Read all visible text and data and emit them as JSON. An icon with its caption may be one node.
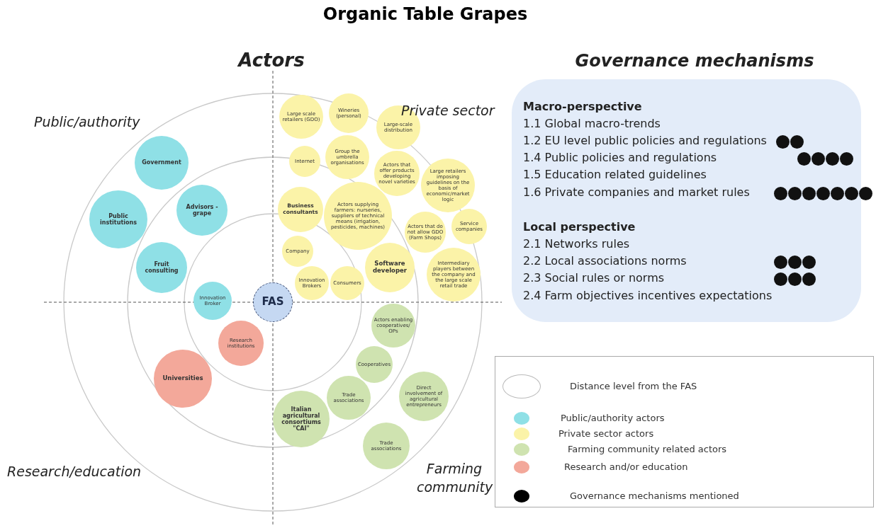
{
  "diagram": {
    "title": "Organic Table Grapes",
    "nodes": [
      {
        "text": [
          "Government"
        ]
      },
      {
        "text": [
          "Public institutions"
        ]
      },
      {
        "text": [
          "Advisors - grape"
        ]
      },
      {
        "text": [
          "Fruit consulting"
        ]
      },
      {
        "text": [
          "Innovation Broker"
        ]
      },
      {
        "text": [
          "FAS"
        ]
      },
      {
        "text": [
          "Research institutions"
        ]
      },
      {
        "text": [
          "Universities"
        ]
      },
      {
        "text": [
          "Large scale retailers (GDO)"
        ]
      },
      {
        "text": [
          "Wineries (personal)"
        ]
      },
      {
        "text": [
          "Internet"
        ]
      },
      {
        "text": [
          "Large-scale distribution"
        ]
      },
      {
        "text": [
          "Group the umbrella organisations"
        ]
      },
      {
        "text": [
          "Actors that offer products developing novel varieties"
        ]
      },
      {
        "text": [
          "Business consultants"
        ]
      },
      {
        "text": [
          "Actors supplying farmers: nurseries, suppliers of technical means (irrigation, pesticides, machines)"
        ]
      },
      {
        "text": [
          "Large retailers imposing guidelines on the basis of economic/market logic"
        ]
      },
      {
        "text": [
          "Company"
        ]
      },
      {
        "text": [
          "Actors that do not allow GDO (Farm Shops)"
        ]
      },
      {
        "text": [
          "Service companies"
        ]
      },
      {
        "text": [
          "Software developer"
        ]
      },
      {
        "text": [
          "Innovation Brokers"
        ]
      },
      {
        "text": [
          "Consumers"
        ]
      },
      {
        "text": [
          "Intermediary players between the company and the large scale retail trade"
        ]
      },
      {
        "text": [
          "Actors enabling cooperatives/ OPs"
        ]
      },
      {
        "text": [
          "Cooperatives"
        ]
      },
      {
        "text": [
          "Trade associations"
        ]
      },
      {
        "text": [
          "Direct involvement of agricultural entrepreneurs"
        ]
      },
      {
        "text": [
          "Italian agricultural consortiums \"CAI\""
        ]
      },
      {
        "text": [
          "Trade associations"
        ]
      },
      {
        "text": [
          "Macro-perspective",
          "1.1 Global macro-trends",
          "1.2 EU level public policies and regulations",
          "1.4 Public policies and regulations",
          "1.5 Education related guidelines",
          "1.6 Private companies and market rules",
          "Local perspective",
          "2.1 Networks rules",
          "2.2 Local associations norms",
          "2.3 Social rules or norms",
          "2.4 Farm objectives incentives expectations"
        ]
      }
    ],
    "edges": [],
    "labels": [
      "Actors",
      "Governance mechanisms",
      "Public/authority",
      "Private sector",
      "Research/education",
      "Farming community"
    ],
    "legend": [
      {
        "text": "Distance level from the FAS"
      },
      {
        "text": "Public/authority actors",
        "color": "#8fe0e6"
      },
      {
        "text": "Private sector actors",
        "color": "#fbf3a8"
      },
      {
        "text": "Farming community related actors",
        "color": "#cfe3b0"
      },
      {
        "text": "Research and/or education",
        "color": "#f3a89a"
      },
      {
        "text": "Governance mechanisms mentioned",
        "color": "#000000"
      }
    ]
  }
}
